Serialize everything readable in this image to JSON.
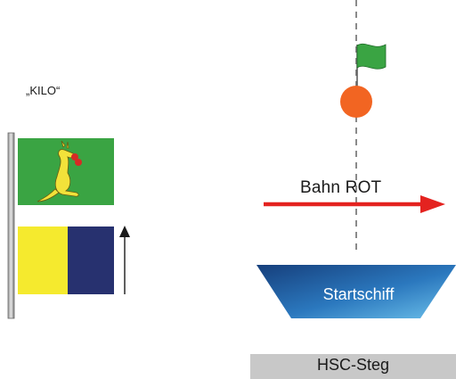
{
  "flag_caption": "„KILO“",
  "course": {
    "label": "Bahn ROT",
    "color": "#e42320"
  },
  "committee_boat": {
    "label": "Startschiff"
  },
  "dock": {
    "label": "HSC-Steg"
  },
  "colors": {
    "kangaroo_flag_bg": "#3aa443",
    "kilo_yellow": "#f5ea2e",
    "kilo_blue": "#27316f",
    "start_mark": "#f26522",
    "mark_flag": "#3aa443",
    "ship_gradient_dark": "#1d4f8f",
    "ship_gradient_light": "#4fa8dd"
  }
}
